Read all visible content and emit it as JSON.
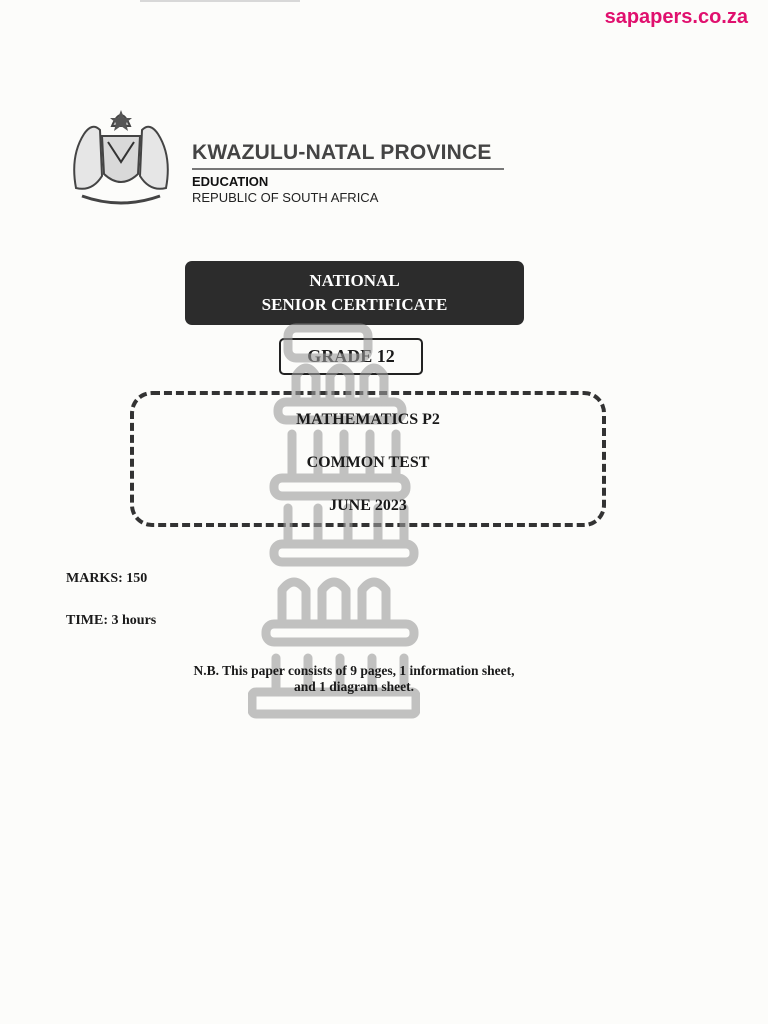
{
  "header": {
    "site_tag": "sapapers.co.za"
  },
  "provincial": {
    "province": "KWAZULU-NATAL PROVINCE",
    "department": "EDUCATION",
    "country": "REPUBLIC OF SOUTH AFRICA"
  },
  "exam": {
    "certificate_line1": "NATIONAL",
    "certificate_line2": "SENIOR CERTIFICATE",
    "grade": "GRADE 12",
    "subject": "MATHEMATICS P2",
    "test_type": "COMMON TEST",
    "date": "JUNE 2023"
  },
  "details": {
    "marks": "MARKS:  150",
    "time": "TIME:  3 hours"
  },
  "note": {
    "line1": "N.B.  This paper consists of  9 pages, 1 information sheet,",
    "line2": "and 1 diagram sheet."
  },
  "colors": {
    "site_tag": "#e0106e",
    "banner": "#2c2c2c"
  }
}
